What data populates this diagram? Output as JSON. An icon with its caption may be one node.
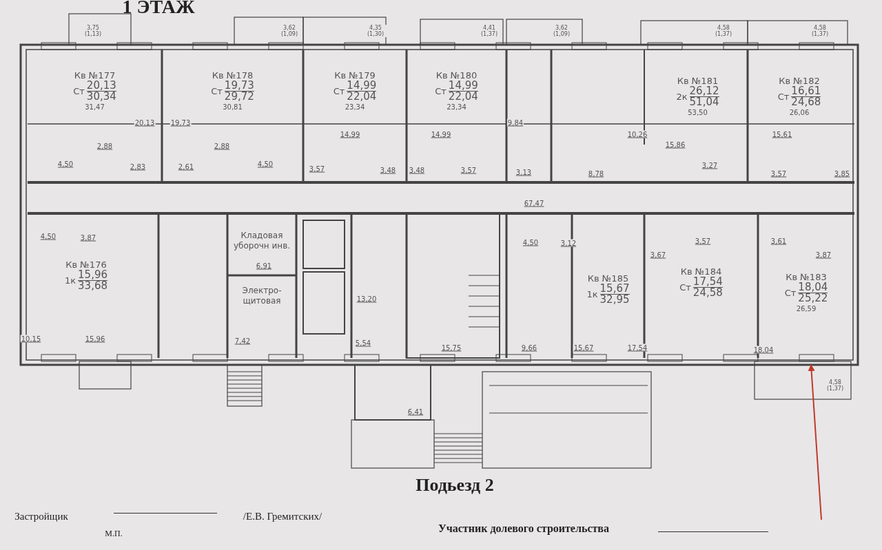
{
  "diagram": {
    "title": "1 ЭТАЖ",
    "nodes": [
      {
        "text": [
          "Кв №177",
          "Ст",
          "20,13",
          "30,34",
          "31,47"
        ]
      },
      {
        "text": [
          "Кв №178",
          "Ст",
          "19,73",
          "29,72",
          "30,81"
        ]
      },
      {
        "text": [
          "Кв №179",
          "Ст",
          "14,99",
          "22,04",
          "23,34"
        ]
      },
      {
        "text": [
          "Кв №180",
          "Ст",
          "14,99",
          "22,04",
          "23,34"
        ]
      },
      {
        "text": [
          "Кв №181",
          "2к",
          "26,12",
          "51,04",
          "53,50"
        ]
      },
      {
        "text": [
          "Кв №182",
          "Ст",
          "16,61",
          "24,68",
          "26,06"
        ]
      },
      {
        "text": [
          "Кв №176",
          "1к",
          "15,96",
          "33,68"
        ]
      },
      {
        "text": [
          "Кладовая уборочн инв."
        ]
      },
      {
        "text": [
          "Электро- щитовая"
        ]
      },
      {
        "text": [
          "Кв №185",
          "1к",
          "15,67",
          "32,95"
        ]
      },
      {
        "text": [
          "Кв №184",
          "Ст",
          "17,54",
          "24,58"
        ]
      },
      {
        "text": [
          "Кв №183",
          "Ст",
          "18,04",
          "25,22",
          "26,59"
        ]
      }
    ],
    "edges": [
      {
        "from": null,
        "to": 11,
        "arrow": "to",
        "color": "#c0392b"
      }
    ],
    "labels": [
      "3,75 (1,13)",
      "3,62 (1,09)",
      "4,35 (1,30)",
      "4,41 (1,37)",
      "3,62 (1,09)",
      "4,58 (1,37)",
      "4,58 (1,37)",
      "20,13",
      "19,73",
      "14,99",
      "14,99",
      "9,84",
      "10,26",
      "15,86",
      "15,61",
      "2,88",
      "2,88",
      "4,50",
      "2,83",
      "2,61",
      "4,50",
      "3,57",
      "3,48",
      "3,48",
      "3,57",
      "3,13",
      "8,78",
      "3,27",
      "3,57",
      "3,85",
      "67,47",
      "4,50",
      "3,87",
      "6,91",
      "13,20",
      "4,50",
      "3,12",
      "3,67",
      "3,57",
      "3,61",
      "3,87",
      "10,15",
      "15,96",
      "7,42",
      "5,54",
      "15,75",
      "9,66",
      "15,67",
      "17,54",
      "18,04",
      "6,41",
      "4,58 (1,37)",
      "Подьезд 2",
      "Застройщик",
      "/Е.В. Гремитских/",
      "М.П.",
      "Участник долевого строительства"
    ]
  }
}
